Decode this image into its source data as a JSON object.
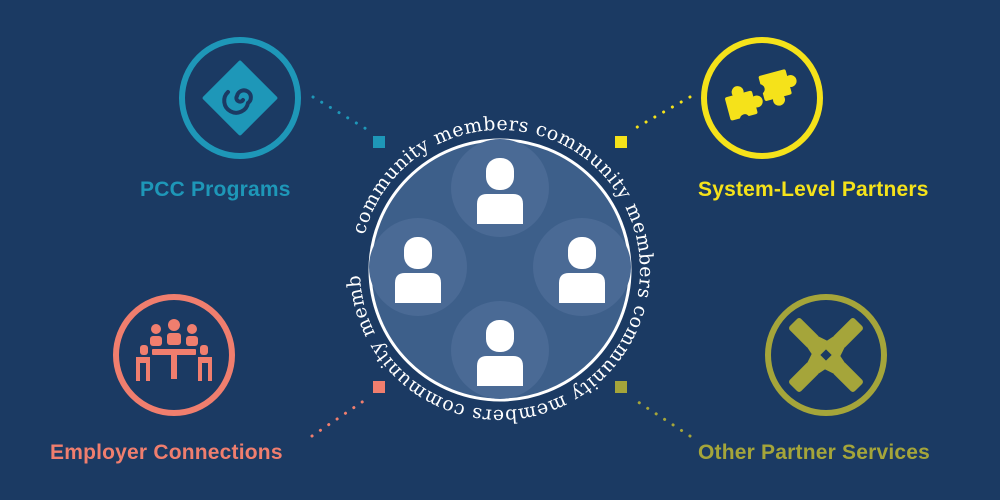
{
  "background_color": "#1b3a63",
  "ring_text": "community members",
  "nodes": {
    "pcc_programs": {
      "label": "PCC Programs",
      "color": "#1e97b8",
      "icon": "spiral-diamond-icon"
    },
    "system_level_partners": {
      "label": "System-Level Partners",
      "color": "#f5e21a",
      "icon": "puzzle-pieces-icon"
    },
    "employer_connections": {
      "label": "Employer Connections",
      "color": "#f07e6e",
      "icon": "meeting-table-icon"
    },
    "other_partner_services": {
      "label": "Other Partner Services",
      "color": "#a5a53a",
      "icon": "joined-hands-icon"
    }
  },
  "center": {
    "circle_color": "#3d5f8a",
    "person_bubble_color": "#4a6a95",
    "person_color": "#ffffff"
  }
}
